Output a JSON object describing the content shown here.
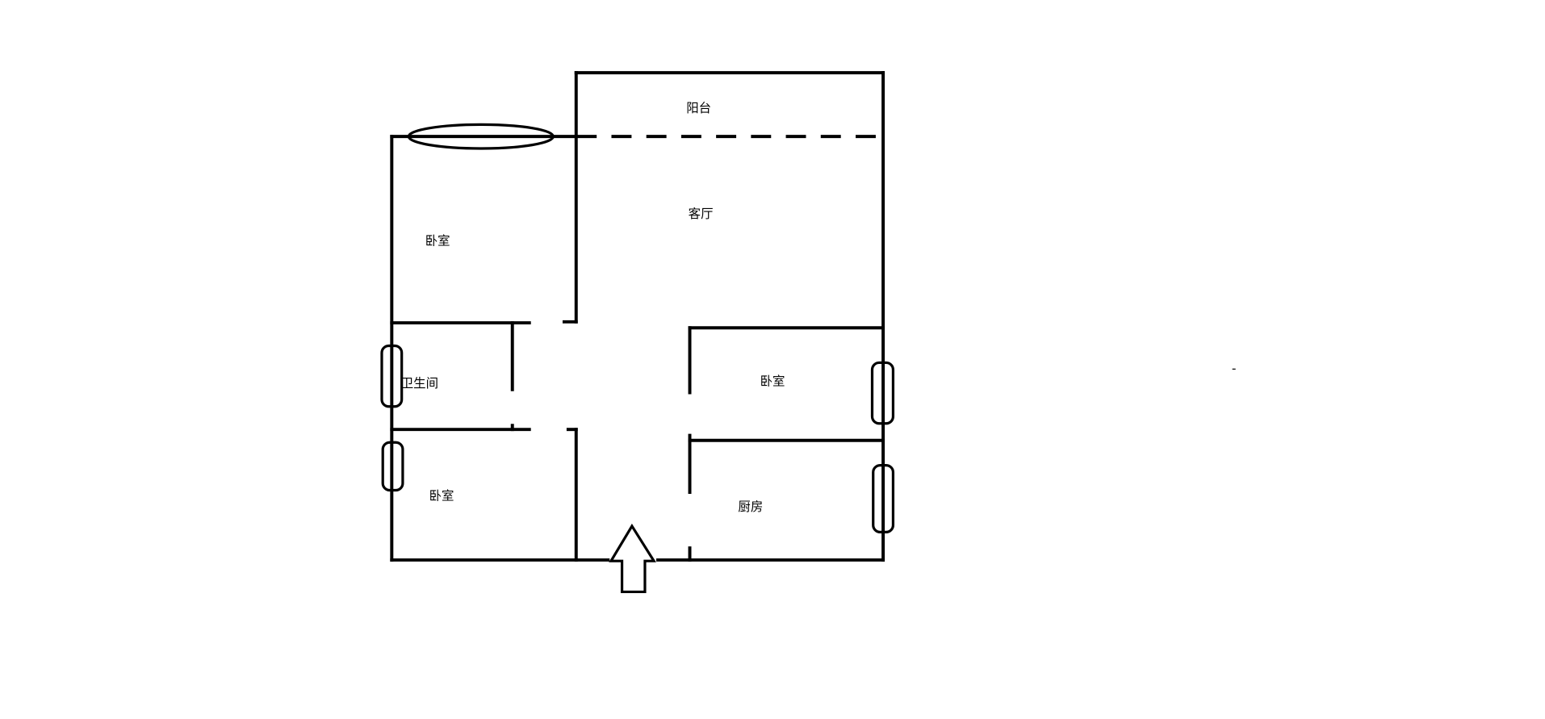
{
  "plan": {
    "rooms": {
      "balcony": "阳台",
      "living_room": "客厅",
      "bedroom_top_left": "卧室",
      "bathroom": "卫生间",
      "bedroom_right": "卧室",
      "bedroom_bottom_left": "卧室",
      "kitchen": "厨房"
    },
    "stray_mark": "-"
  }
}
